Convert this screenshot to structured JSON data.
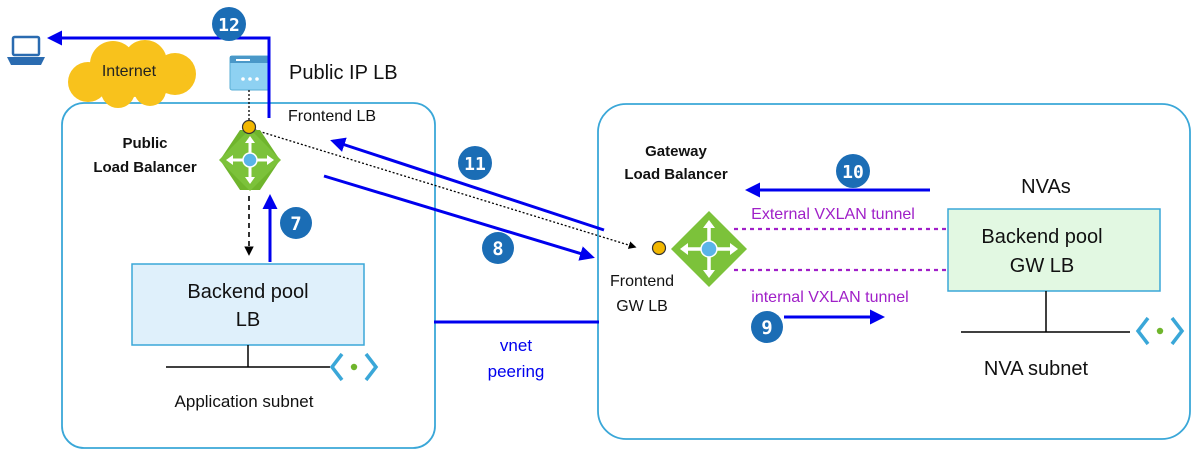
{
  "labels": {
    "internet": "Internet",
    "public_ip_lb": "Public IP LB",
    "frontend_lb": "Frontend LB",
    "public_lb_line1": "Public",
    "public_lb_line2": "Load Balancer",
    "backend_pool_lb_line1": "Backend pool",
    "backend_pool_lb_line2": "LB",
    "application_subnet": "Application subnet",
    "vnet_peering_line1": "vnet",
    "vnet_peering_line2": "peering",
    "gateway_lb_line1": "Gateway",
    "gateway_lb_line2": "Load Balancer",
    "frontend_gw_lb_line1": "Frontend",
    "frontend_gw_lb_line2": "GW LB",
    "nvas": "NVAs",
    "external_vxlan": "External VXLAN tunnel",
    "internal_vxlan": "internal VXLAN tunnel",
    "backend_pool_gw_line1": "Backend pool",
    "backend_pool_gw_line2": "GW LB",
    "nva_subnet": "NVA subnet"
  },
  "steps": {
    "s7": "7",
    "s8": "8",
    "s9": "9",
    "s10": "10",
    "s11": "11",
    "s12": "12"
  },
  "icons": {
    "laptop": "laptop-icon",
    "cloud": "internet-cloud-icon",
    "public_ip": "public-ip-icon",
    "load_balancer": "load-balancer-icon",
    "subnet": "subnet-icon"
  },
  "colors": {
    "flow_arrow": "#0000ee",
    "step_badge": "#1b6db5",
    "vnet_border": "#3aa7d8",
    "pool_lb_fill": "#dff0fb",
    "pool_gw_fill": "#e2f8e2",
    "vxlan": "#a020c8",
    "lb_green": "#6fb52c",
    "frontend_dot": "#f2b700",
    "cloud_fill": "#f8c21c"
  }
}
